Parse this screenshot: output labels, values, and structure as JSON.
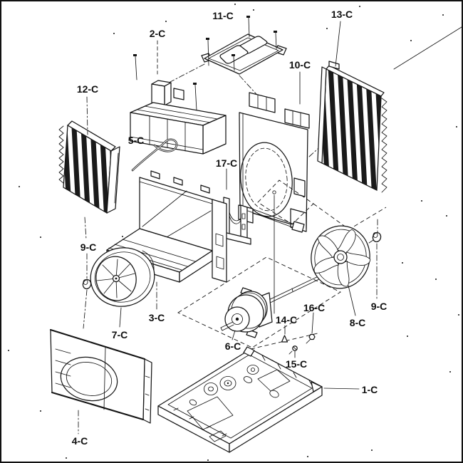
{
  "figure": {
    "kind": "exploded-parts-diagram",
    "line_color": "#141414",
    "background_color": "#ffffff"
  },
  "callouts": [
    {
      "id": "1-C",
      "part": "base-pan"
    },
    {
      "id": "2-C",
      "part": "screw"
    },
    {
      "id": "3-C",
      "part": "chassis-housing"
    },
    {
      "id": "4-C",
      "part": "front-orifice-panel"
    },
    {
      "id": "5-C",
      "part": "air-guide-box"
    },
    {
      "id": "6-C",
      "part": "fan-motor"
    },
    {
      "id": "7-C",
      "part": "blower-wheel"
    },
    {
      "id": "8-C",
      "part": "propeller-fan"
    },
    {
      "id": "9-C",
      "part": "retainer-clip-left"
    },
    {
      "id": "9-C",
      "part": "retainer-clip-right"
    },
    {
      "id": "10-C",
      "part": "fan-shroud"
    },
    {
      "id": "11-C",
      "part": "top-cover-plate"
    },
    {
      "id": "12-C",
      "part": "evaporator-coil"
    },
    {
      "id": "13-C",
      "part": "condenser-coil"
    },
    {
      "id": "14-C",
      "part": "screw"
    },
    {
      "id": "15-C",
      "part": "screw"
    },
    {
      "id": "16-C",
      "part": "screw"
    },
    {
      "id": "17-C",
      "part": "motor-mount-bracket"
    }
  ]
}
